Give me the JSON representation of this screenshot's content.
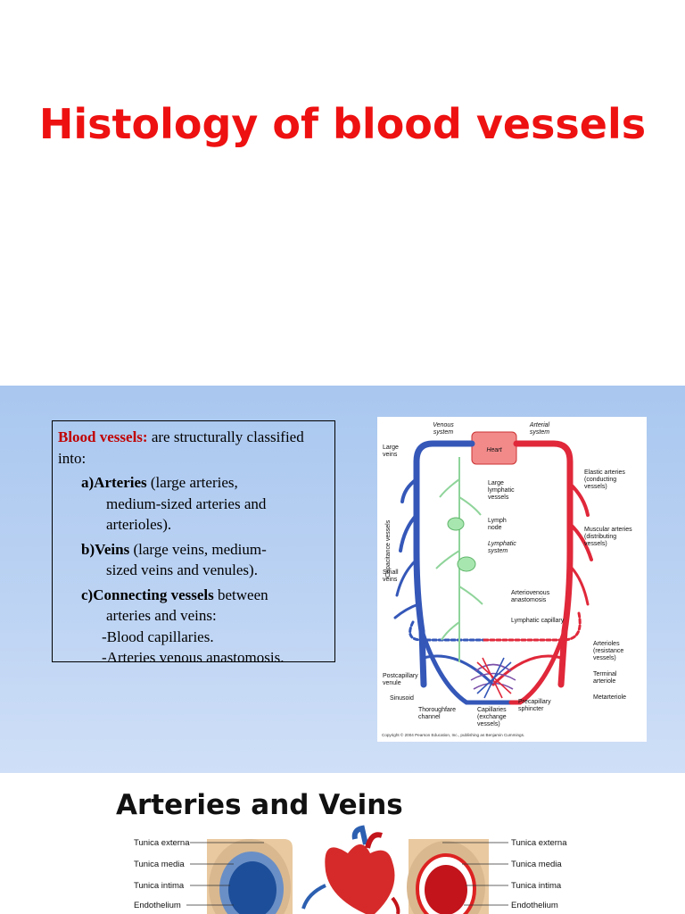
{
  "slide1": {
    "title": "Histology of blood vessels"
  },
  "slide2": {
    "intro_bold": "Blood vessels:",
    "intro_rest": " are structurally classified into:",
    "a_label": "a)",
    "a_bold": "Arteries",
    "a_rest": " (large arteries,",
    "a_cont": "medium-sized arteries and arterioles).",
    "b_label": "b)",
    "b_bold": "Veins",
    "b_rest": " (large veins, medium-",
    "b_cont": "sized veins and venules).",
    "c_label": "c)",
    "c_bold": "Connecting vessels",
    "c_rest": " between",
    "c_cont": "arteries and veins:",
    "bullets": [
      "Blood capillaries.",
      "Arteries venous anastomosis."
    ],
    "diagram": {
      "venous_system": [
        "Venous",
        "system"
      ],
      "arterial_system": [
        "Arterial",
        "system"
      ],
      "heart": "Heart",
      "large_veins": [
        "Large",
        "veins"
      ],
      "capacitance": "Capacitance vessels",
      "small_veins": [
        "Small",
        "veins"
      ],
      "large_lymphatic": [
        "Large",
        "lymphatic",
        "vessels"
      ],
      "lymph_node": [
        "Lymph",
        "node"
      ],
      "lymphatic_system": [
        "Lymphatic",
        "system"
      ],
      "elastic_arteries": [
        "Elastic arteries",
        "(conducting",
        "vessels)"
      ],
      "muscular_arteries": [
        "Muscular arteries",
        "(distributing",
        "vessels)"
      ],
      "av_anastomosis": [
        "Arteriovenous",
        "anastomosis"
      ],
      "lymphatic_capillary": "Lymphatic capillary",
      "arterioles": [
        "Arterioles",
        "(resistance",
        "vessels)"
      ],
      "postcapillary": [
        "Postcapillary",
        "venule"
      ],
      "terminal_arteriole": [
        "Terminal",
        "arteriole"
      ],
      "sinusoid": "Sinusoid",
      "metarteriole": "Metarteriole",
      "precapillary": [
        "Precapillary",
        "sphincter"
      ],
      "thoroughfare": [
        "Thoroughfare",
        "channel"
      ],
      "capillaries": [
        "Capillaries",
        "(exchange",
        "vessels)"
      ],
      "copyright": "Copyright © 2004 Pearson Education, Inc., publishing as Benjamin Cummings."
    }
  },
  "slide3": {
    "title": "Arteries and Veins",
    "labels": [
      "Tunica externa",
      "Tunica media",
      "Tunica intima",
      "Endothelium"
    ]
  }
}
